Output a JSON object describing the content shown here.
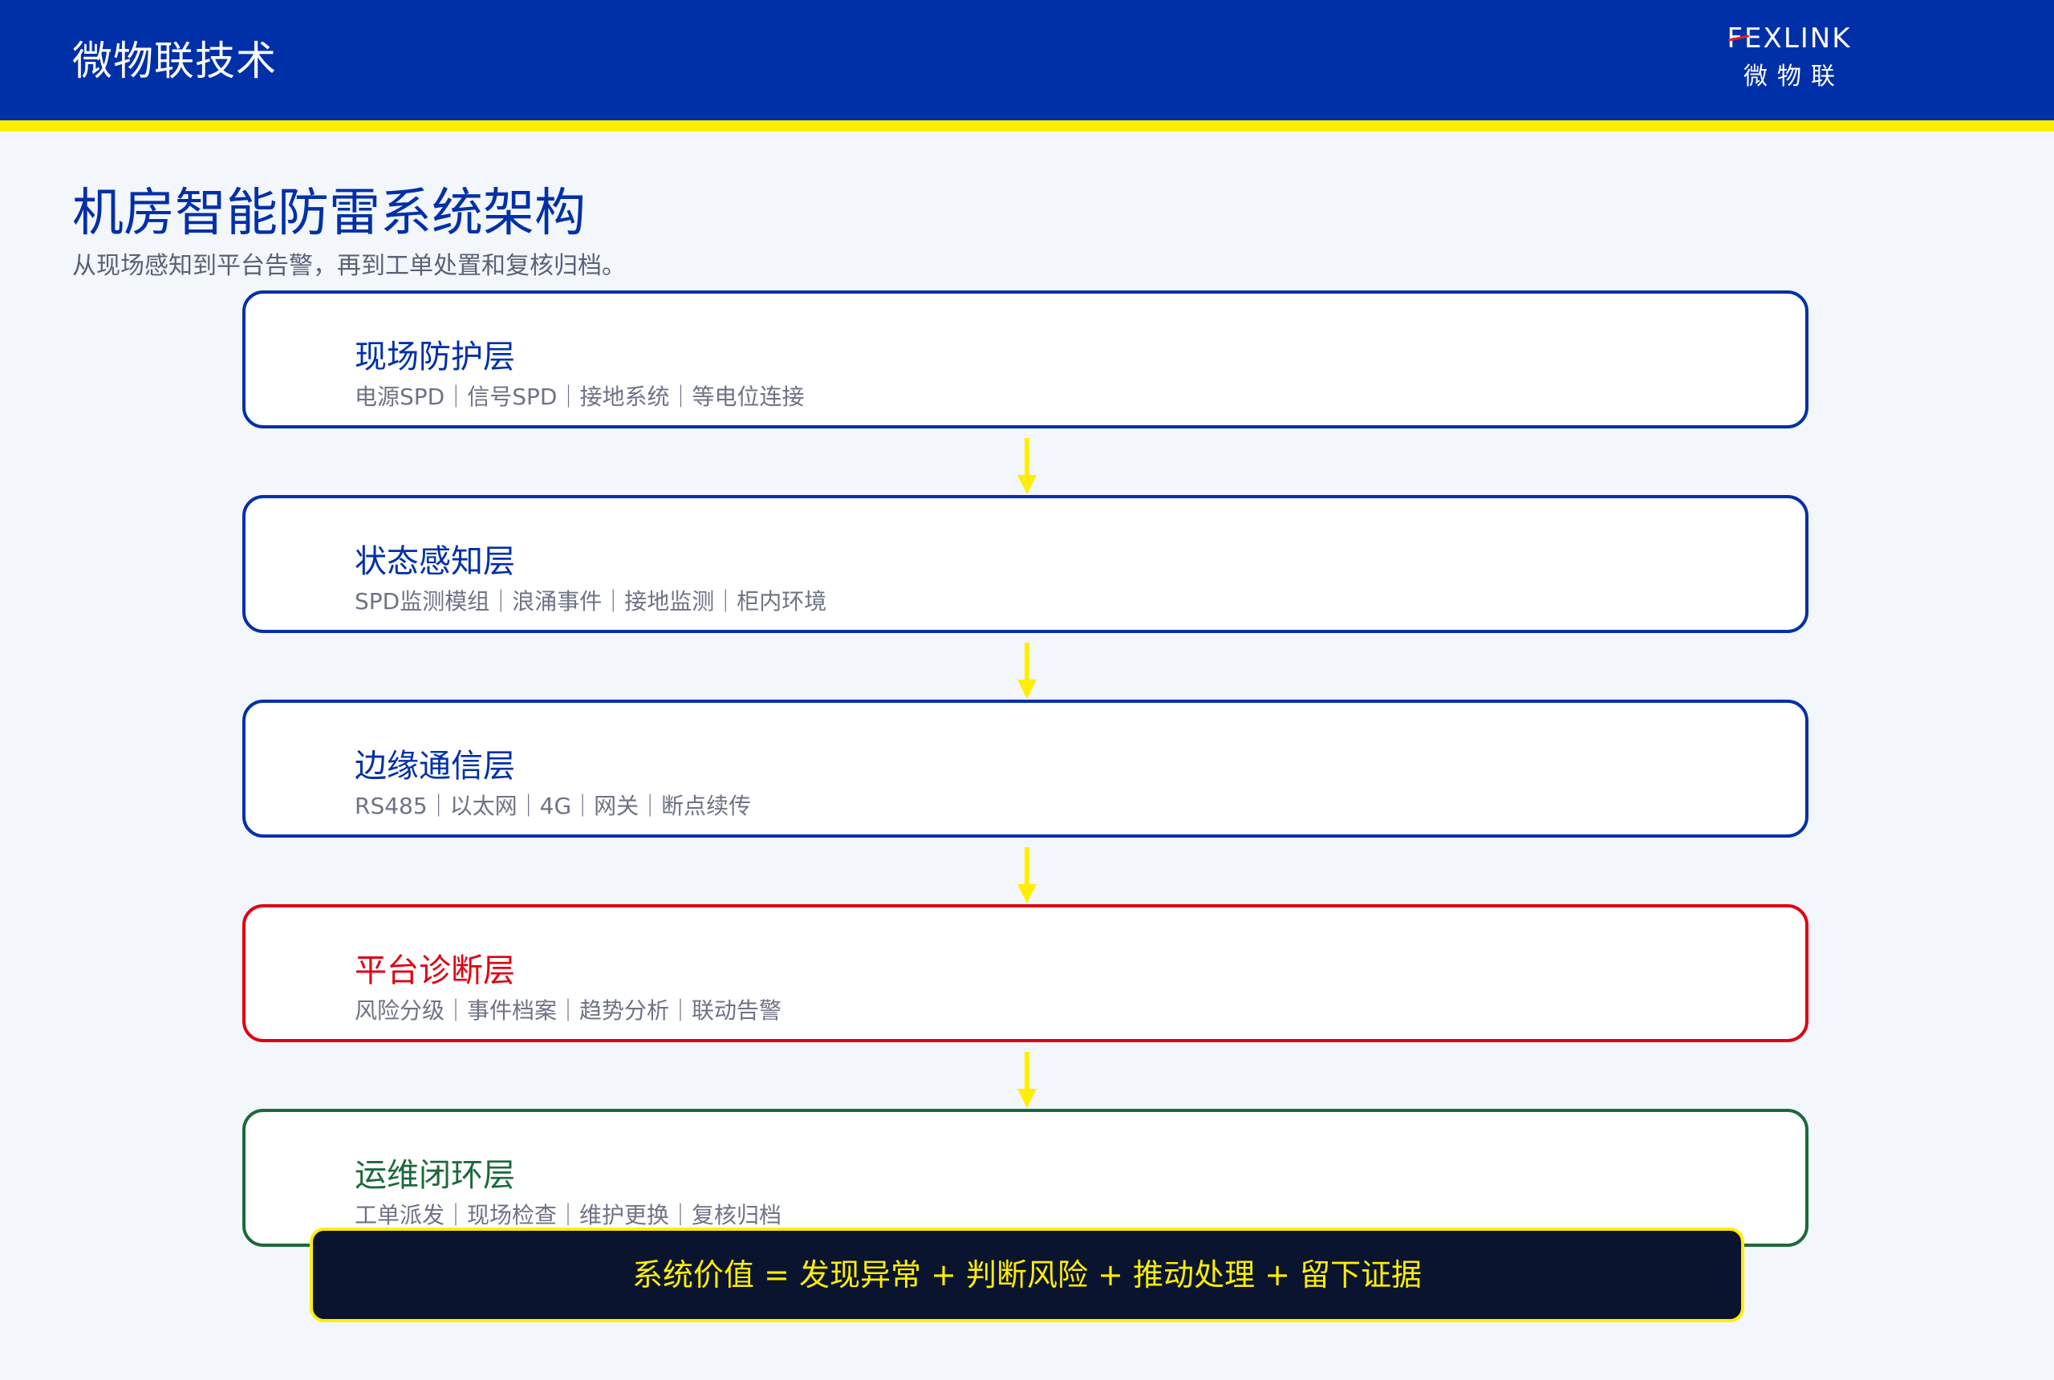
{
  "header": {
    "title": "微物联技术",
    "logo_en": "FEXLINK",
    "logo_cn": "微物联"
  },
  "page": {
    "title": "机房智能防雷系统架构",
    "subtitle": "从现场感知到平台告警，再到工单处置和复核归档。"
  },
  "colors": {
    "brand_blue": "#0030a8",
    "accent_yellow": "#ffee00",
    "alert_red": "#e00012",
    "ops_green": "#1b6a3a",
    "dark_navy": "#0a142e"
  },
  "layers": [
    {
      "name": "现场防护层",
      "items": "电源SPD｜信号SPD｜接地系统｜等电位连接",
      "color": "#0030a8"
    },
    {
      "name": "状态感知层",
      "items": "SPD监测模组｜浪涌事件｜接地监测｜柜内环境",
      "color": "#0030a8"
    },
    {
      "name": "边缘通信层",
      "items": "RS485｜以太网｜4G｜网关｜断点续传",
      "color": "#0030a8"
    },
    {
      "name": "平台诊断层",
      "items": "风险分级｜事件档案｜趋势分析｜联动告警",
      "color": "#e00012"
    },
    {
      "name": "运维闭环层",
      "items": "工单派发｜现场检查｜维护更换｜复核归档",
      "color": "#1b6a3a"
    }
  ],
  "value_statement": "系统价值 = 发现异常 + 判断风险 + 推动处理 + 留下证据"
}
